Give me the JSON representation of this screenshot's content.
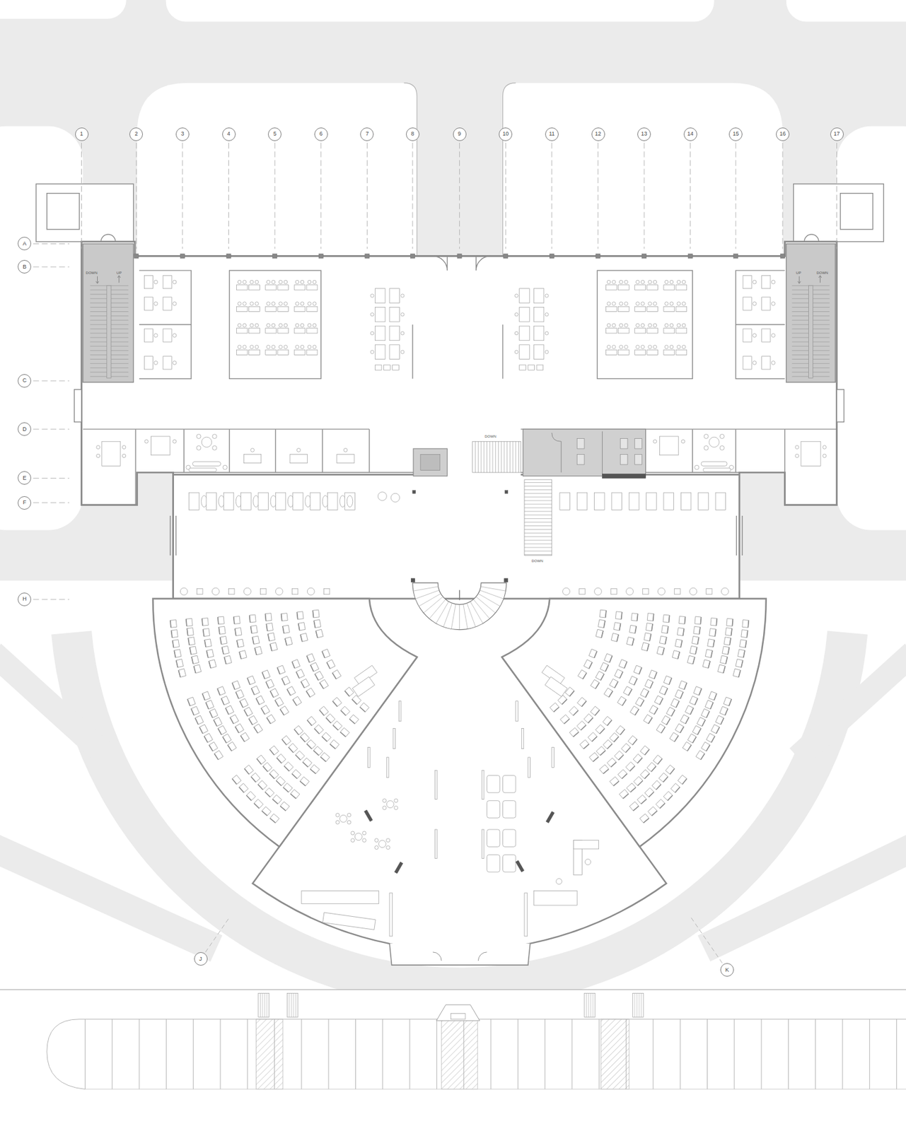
{
  "diagram": {
    "nodes": [
      {
        "text": [
          "1"
        ]
      },
      {
        "text": [
          "2"
        ]
      },
      {
        "text": [
          "3"
        ]
      },
      {
        "text": [
          "4"
        ]
      },
      {
        "text": [
          "5"
        ]
      },
      {
        "text": [
          "6"
        ]
      },
      {
        "text": [
          "7"
        ]
      },
      {
        "text": [
          "8"
        ]
      },
      {
        "text": [
          "9"
        ]
      },
      {
        "text": [
          "10"
        ]
      },
      {
        "text": [
          "11"
        ]
      },
      {
        "text": [
          "12"
        ]
      },
      {
        "text": [
          "13"
        ]
      },
      {
        "text": [
          "14"
        ]
      },
      {
        "text": [
          "15"
        ]
      },
      {
        "text": [
          "16"
        ]
      },
      {
        "text": [
          "17"
        ]
      },
      {
        "text": [
          "A"
        ]
      },
      {
        "text": [
          "B"
        ]
      },
      {
        "text": [
          "C"
        ]
      },
      {
        "text": [
          "D"
        ]
      },
      {
        "text": [
          "E"
        ]
      },
      {
        "text": [
          "F"
        ]
      },
      {
        "text": [
          "H"
        ]
      },
      {
        "text": [
          "J"
        ]
      },
      {
        "text": [
          "K"
        ]
      }
    ],
    "labels": [
      "DOWN",
      "UP",
      "UP",
      "DOWN",
      "DOWN",
      "DOWN"
    ]
  }
}
